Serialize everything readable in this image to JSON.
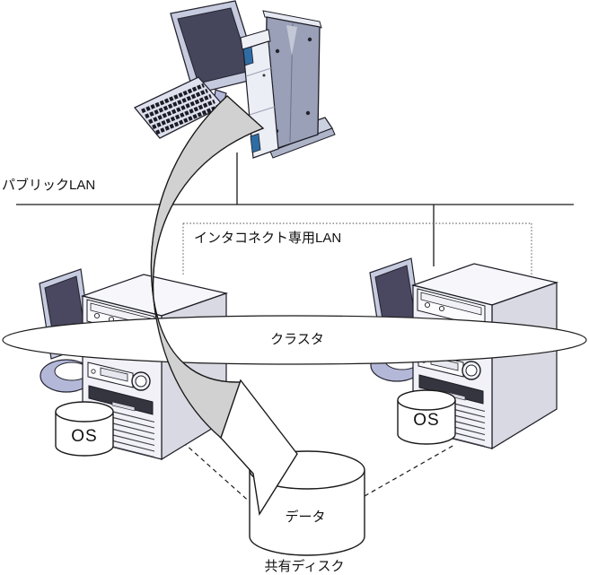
{
  "diagram": {
    "type": "cluster-architecture",
    "labels": {
      "public_lan": "パブリックLAN",
      "interconnect_lan": "インタコネクト専用LAN",
      "cluster": "クラスタ",
      "os_left": "OS",
      "os_right": "OS",
      "data": "データ",
      "shared_disk": "共有ディスク"
    },
    "colors": {
      "background": "#ffffff",
      "outline": "#1a1a1a",
      "arrow_body": "#d1d1d1",
      "tower_side_panel": "#99a0b7",
      "accent_blue": "#2e6da3",
      "lavender": "#b4b8d8",
      "monitor_screen": "#45455c",
      "server_front": "#f1f1f7",
      "server_side": "#d9d9e3",
      "dark_slot": "#35353f"
    }
  }
}
